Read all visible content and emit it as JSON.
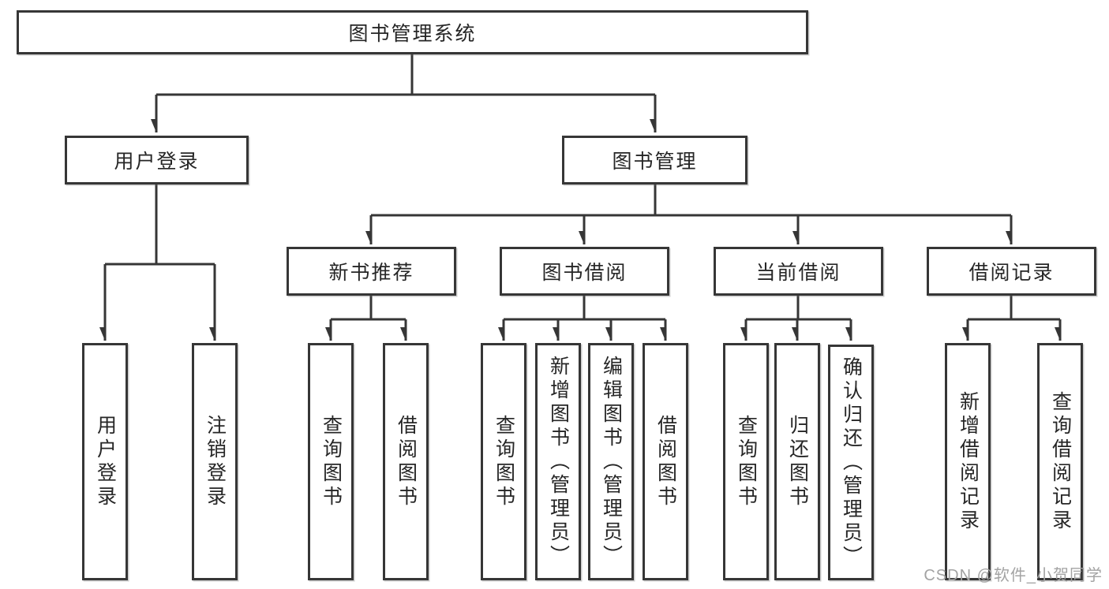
{
  "diagram": {
    "title": "图书管理系统",
    "line_color": "#363636",
    "box_fill": "#ffffff",
    "text_color": "#262626",
    "nodes": {
      "root": {
        "label": "图书管理系统"
      },
      "user_login": {
        "label": "用户登录"
      },
      "book_mgmt": {
        "label": "图书管理"
      },
      "new_book_rec": {
        "label": "新书推荐"
      },
      "book_borrow": {
        "label": "图书借阅"
      },
      "current_borrow": {
        "label": "当前借阅"
      },
      "borrow_record": {
        "label": "借阅记录"
      },
      "leaf_user_login": {
        "label": "用户登录"
      },
      "leaf_logout": {
        "label": "注销登录"
      },
      "leaf_query_book_rec": {
        "label": "查询图书"
      },
      "leaf_borrow_book_rec": {
        "label": "借阅图书"
      },
      "leaf_query_book_bor": {
        "label": "查询图书"
      },
      "leaf_add_book": {
        "label": "新增图书（管理员）"
      },
      "leaf_edit_book": {
        "label": "编辑图书（管理员）"
      },
      "leaf_borrow_book_bor": {
        "label": "借阅图书"
      },
      "leaf_query_book_cur": {
        "label": "查询图书"
      },
      "leaf_return_book": {
        "label": "归还图书"
      },
      "leaf_confirm_return": {
        "label": "确认归还（管理员）"
      },
      "leaf_add_record": {
        "label": "新增借阅记录"
      },
      "leaf_query_record": {
        "label": "查询借阅记录"
      }
    },
    "hierarchy": {
      "图书管理系统": {
        "用户登录": [
          "用户登录",
          "注销登录"
        ],
        "图书管理": {
          "新书推荐": [
            "查询图书",
            "借阅图书"
          ],
          "图书借阅": [
            "查询图书",
            "新增图书（管理员）",
            "编辑图书（管理员）",
            "借阅图书"
          ],
          "当前借阅": [
            "查询图书",
            "归还图书",
            "确认归还（管理员）"
          ],
          "借阅记录": [
            "新增借阅记录",
            "查询借阅记录"
          ]
        }
      }
    }
  },
  "watermark": {
    "text": "CSDN @软件_小贺同学",
    "color": "#a3a3a3"
  }
}
